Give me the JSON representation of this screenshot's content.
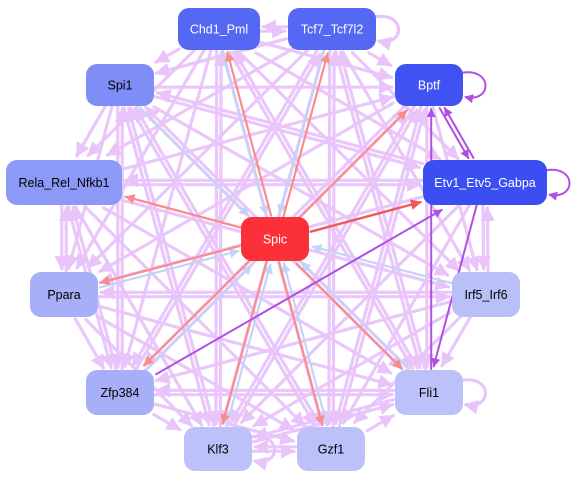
{
  "colors": {
    "edge_default": "#e9c4fb",
    "edge_red": "#fb8c8c",
    "edge_blue": "#c3d4f7",
    "edge_purple": "#b04ee6",
    "edge_red_strong": "#f25858"
  },
  "nodes": [
    {
      "id": "chd1_pml",
      "label": "Chd1_Pml",
      "fill": "#5468f3",
      "text_color": "#ffffff"
    },
    {
      "id": "tcf7_tcf7l2",
      "label": "Tcf7_Tcf7l2",
      "fill": "#5468f3",
      "text_color": "#ffffff"
    },
    {
      "id": "spi1",
      "label": "Spi1",
      "fill": "#7f8df6",
      "text_color": "#000000"
    },
    {
      "id": "bptf",
      "label": "Bptf",
      "fill": "#4152f3",
      "text_color": "#ffffff"
    },
    {
      "id": "rela_rel_nfkb1",
      "label": "Rela_Rel_Nfkb1",
      "fill": "#8d99f6",
      "text_color": "#000000"
    },
    {
      "id": "etv1_etv5_gabpa",
      "label": "Etv1_Etv5_Gabpa",
      "fill": "#3b4ef2",
      "text_color": "#ffffff"
    },
    {
      "id": "spic",
      "label": "Spic",
      "fill": "#fb3038",
      "text_color": "#ffffff"
    },
    {
      "id": "ppara",
      "label": "Ppara",
      "fill": "#a6aff7",
      "text_color": "#000000"
    },
    {
      "id": "irf5_irf6",
      "label": "Irf5_Irf6",
      "fill": "#b9c0f8",
      "text_color": "#000000"
    },
    {
      "id": "zfp384",
      "label": "Zfp384",
      "fill": "#a6aff7",
      "text_color": "#000000"
    },
    {
      "id": "fli1",
      "label": "Fli1",
      "fill": "#bcc2f9",
      "text_color": "#000000"
    },
    {
      "id": "klf3",
      "label": "Klf3",
      "fill": "#bcc2f9",
      "text_color": "#000000"
    },
    {
      "id": "gzf1",
      "label": "Gzf1",
      "fill": "#bcc2f9",
      "text_color": "#000000"
    }
  ],
  "edges": [
    {
      "from": "chd1_pml",
      "to": "tcf7_tcf7l2",
      "kind": "default"
    },
    {
      "from": "tcf7_tcf7l2",
      "to": "chd1_pml",
      "kind": "default"
    },
    {
      "from": "chd1_pml",
      "to": "spi1",
      "kind": "default"
    },
    {
      "from": "chd1_pml",
      "to": "rela_rel_nfkb1",
      "kind": "default"
    },
    {
      "from": "chd1_pml",
      "to": "ppara",
      "kind": "default"
    },
    {
      "from": "chd1_pml",
      "to": "zfp384",
      "kind": "default"
    },
    {
      "from": "chd1_pml",
      "to": "klf3",
      "kind": "default"
    },
    {
      "from": "chd1_pml",
      "to": "gzf1",
      "kind": "default"
    },
    {
      "from": "chd1_pml",
      "to": "fli1",
      "kind": "default"
    },
    {
      "from": "chd1_pml",
      "to": "irf5_irf6",
      "kind": "default"
    },
    {
      "from": "chd1_pml",
      "to": "etv1_etv5_gabpa",
      "kind": "default"
    },
    {
      "from": "chd1_pml",
      "to": "bptf",
      "kind": "default"
    },
    {
      "from": "tcf7_tcf7l2",
      "to": "spi1",
      "kind": "default"
    },
    {
      "from": "tcf7_tcf7l2",
      "to": "rela_rel_nfkb1",
      "kind": "default"
    },
    {
      "from": "tcf7_tcf7l2",
      "to": "ppara",
      "kind": "default"
    },
    {
      "from": "tcf7_tcf7l2",
      "to": "zfp384",
      "kind": "default"
    },
    {
      "from": "tcf7_tcf7l2",
      "to": "klf3",
      "kind": "default"
    },
    {
      "from": "tcf7_tcf7l2",
      "to": "gzf1",
      "kind": "default"
    },
    {
      "from": "tcf7_tcf7l2",
      "to": "fli1",
      "kind": "default"
    },
    {
      "from": "tcf7_tcf7l2",
      "to": "irf5_irf6",
      "kind": "default"
    },
    {
      "from": "tcf7_tcf7l2",
      "to": "etv1_etv5_gabpa",
      "kind": "default"
    },
    {
      "from": "tcf7_tcf7l2",
      "to": "bptf",
      "kind": "default"
    },
    {
      "from": "spi1",
      "to": "bptf",
      "kind": "default"
    },
    {
      "from": "spi1",
      "to": "etv1_etv5_gabpa",
      "kind": "default"
    },
    {
      "from": "spi1",
      "to": "irf5_irf6",
      "kind": "default"
    },
    {
      "from": "spi1",
      "to": "fli1",
      "kind": "default"
    },
    {
      "from": "spi1",
      "to": "gzf1",
      "kind": "default"
    },
    {
      "from": "spi1",
      "to": "klf3",
      "kind": "default"
    },
    {
      "from": "spi1",
      "to": "zfp384",
      "kind": "default"
    },
    {
      "from": "spi1",
      "to": "ppara",
      "kind": "default"
    },
    {
      "from": "spi1",
      "to": "rela_rel_nfkb1",
      "kind": "default"
    },
    {
      "from": "rela_rel_nfkb1",
      "to": "etv1_etv5_gabpa",
      "kind": "default"
    },
    {
      "from": "etv1_etv5_gabpa",
      "to": "rela_rel_nfkb1",
      "kind": "default"
    },
    {
      "from": "rela_rel_nfkb1",
      "to": "bptf",
      "kind": "default"
    },
    {
      "from": "rela_rel_nfkb1",
      "to": "irf5_irf6",
      "kind": "default"
    },
    {
      "from": "rela_rel_nfkb1",
      "to": "fli1",
      "kind": "default"
    },
    {
      "from": "rela_rel_nfkb1",
      "to": "gzf1",
      "kind": "default"
    },
    {
      "from": "rela_rel_nfkb1",
      "to": "klf3",
      "kind": "default"
    },
    {
      "from": "rela_rel_nfkb1",
      "to": "zfp384",
      "kind": "default"
    },
    {
      "from": "rela_rel_nfkb1",
      "to": "ppara",
      "kind": "default"
    },
    {
      "from": "bptf",
      "to": "ppara",
      "kind": "default"
    },
    {
      "from": "bptf",
      "to": "zfp384",
      "kind": "default"
    },
    {
      "from": "bptf",
      "to": "klf3",
      "kind": "default"
    },
    {
      "from": "bptf",
      "to": "gzf1",
      "kind": "default"
    },
    {
      "from": "bptf",
      "to": "fli1",
      "kind": "default"
    },
    {
      "from": "bptf",
      "to": "irf5_irf6",
      "kind": "default"
    },
    {
      "from": "etv1_etv5_gabpa",
      "to": "ppara",
      "kind": "default"
    },
    {
      "from": "etv1_etv5_gabpa",
      "to": "klf3",
      "kind": "default"
    },
    {
      "from": "etv1_etv5_gabpa",
      "to": "gzf1",
      "kind": "default"
    },
    {
      "from": "etv1_etv5_gabpa",
      "to": "irf5_irf6",
      "kind": "default"
    },
    {
      "from": "irf5_irf6",
      "to": "etv1_etv5_gabpa",
      "kind": "default"
    },
    {
      "from": "irf5_irf6",
      "to": "ppara",
      "kind": "default"
    },
    {
      "from": "ppara",
      "to": "irf5_irf6",
      "kind": "default"
    },
    {
      "from": "irf5_irf6",
      "to": "zfp384",
      "kind": "default"
    },
    {
      "from": "irf5_irf6",
      "to": "klf3",
      "kind": "default"
    },
    {
      "from": "irf5_irf6",
      "to": "gzf1",
      "kind": "default"
    },
    {
      "from": "irf5_irf6",
      "to": "fli1",
      "kind": "default"
    },
    {
      "from": "ppara",
      "to": "zfp384",
      "kind": "default"
    },
    {
      "from": "ppara",
      "to": "rela_rel_nfkb1",
      "kind": "default"
    },
    {
      "from": "ppara",
      "to": "klf3",
      "kind": "default"
    },
    {
      "from": "ppara",
      "to": "gzf1",
      "kind": "default"
    },
    {
      "from": "ppara",
      "to": "fli1",
      "kind": "default"
    },
    {
      "from": "zfp384",
      "to": "fli1",
      "kind": "default"
    },
    {
      "from": "fli1",
      "to": "zfp384",
      "kind": "default"
    },
    {
      "from": "zfp384",
      "to": "klf3",
      "kind": "default"
    },
    {
      "from": "zfp384",
      "to": "gzf1",
      "kind": "default"
    },
    {
      "from": "klf3",
      "to": "gzf1",
      "kind": "default"
    },
    {
      "from": "gzf1",
      "to": "klf3",
      "kind": "default"
    },
    {
      "from": "klf3",
      "to": "fli1",
      "kind": "default"
    },
    {
      "from": "gzf1",
      "to": "fli1",
      "kind": "default"
    },
    {
      "from": "fli1",
      "to": "klf3",
      "kind": "default"
    },
    {
      "from": "klf3",
      "to": "spi1",
      "kind": "default"
    },
    {
      "from": "gzf1",
      "to": "spi1",
      "kind": "default"
    },
    {
      "from": "fli1",
      "to": "spi1",
      "kind": "default"
    },
    {
      "from": "zfp384",
      "to": "spi1",
      "kind": "default"
    },
    {
      "from": "zfp384",
      "to": "rela_rel_nfkb1",
      "kind": "default"
    },
    {
      "from": "zfp384",
      "to": "bptf",
      "kind": "default"
    },
    {
      "from": "zfp384",
      "to": "tcf7_tcf7l2",
      "kind": "default"
    },
    {
      "from": "klf3",
      "to": "bptf",
      "kind": "default"
    },
    {
      "from": "gzf1",
      "to": "bptf",
      "kind": "default"
    },
    {
      "from": "klf3",
      "to": "chd1_pml",
      "kind": "default"
    },
    {
      "from": "gzf1",
      "to": "tcf7_tcf7l2",
      "kind": "default"
    },
    {
      "from": "fli1",
      "to": "tcf7_tcf7l2",
      "kind": "default"
    },
    {
      "from": "fli1",
      "to": "chd1_pml",
      "kind": "default"
    },
    {
      "from": "etv1_etv5_gabpa",
      "to": "spi1",
      "kind": "default"
    },
    {
      "from": "spic",
      "to": "chd1_pml",
      "kind": "red"
    },
    {
      "from": "spic",
      "to": "tcf7_tcf7l2",
      "kind": "red"
    },
    {
      "from": "spic",
      "to": "bptf",
      "kind": "red"
    },
    {
      "from": "spic",
      "to": "etv1_etv5_gabpa",
      "kind": "red_strong"
    },
    {
      "from": "spic",
      "to": "rela_rel_nfkb1",
      "kind": "red"
    },
    {
      "from": "spic",
      "to": "ppara",
      "kind": "red"
    },
    {
      "from": "spic",
      "to": "zfp384",
      "kind": "red"
    },
    {
      "from": "spic",
      "to": "klf3",
      "kind": "red"
    },
    {
      "from": "spic",
      "to": "gzf1",
      "kind": "red"
    },
    {
      "from": "spic",
      "to": "fli1",
      "kind": "red"
    },
    {
      "from": "spi1",
      "to": "spic",
      "kind": "blue"
    },
    {
      "from": "chd1_pml",
      "to": "spic",
      "kind": "blue"
    },
    {
      "from": "tcf7_tcf7l2",
      "to": "spic",
      "kind": "blue"
    },
    {
      "from": "klf3",
      "to": "spic",
      "kind": "blue"
    },
    {
      "from": "gzf1",
      "to": "spic",
      "kind": "blue"
    },
    {
      "from": "fli1",
      "to": "spic",
      "kind": "blue"
    },
    {
      "from": "irf5_irf6",
      "to": "spic",
      "kind": "blue"
    },
    {
      "from": "zfp384",
      "to": "spic",
      "kind": "blue"
    },
    {
      "from": "ppara",
      "to": "spic",
      "kind": "blue"
    },
    {
      "from": "zfp384",
      "to": "etv1_etv5_gabpa",
      "kind": "purple"
    },
    {
      "from": "etv1_etv5_gabpa",
      "to": "fli1",
      "kind": "purple"
    },
    {
      "from": "bptf",
      "to": "etv1_etv5_gabpa",
      "kind": "purple"
    },
    {
      "from": "etv1_etv5_gabpa",
      "to": "bptf",
      "kind": "purple"
    },
    {
      "from": "fli1",
      "to": "bptf",
      "kind": "purple"
    }
  ],
  "self_loops": [
    {
      "node": "tcf7_tcf7l2",
      "side": "right",
      "kind": "default"
    },
    {
      "node": "bptf",
      "side": "right",
      "kind": "purple"
    },
    {
      "node": "etv1_etv5_gabpa",
      "side": "right",
      "kind": "purple"
    },
    {
      "node": "fli1",
      "side": "right",
      "kind": "default"
    },
    {
      "node": "klf3",
      "side": "right",
      "kind": "default"
    }
  ]
}
